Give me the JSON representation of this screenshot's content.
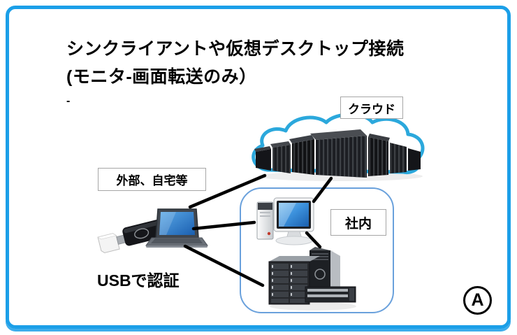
{
  "title": {
    "line1": "シンクライアントや仮想デスクトップ接続",
    "line2": "(モニタ-画面転送のみ）",
    "dash": "-"
  },
  "labels": {
    "cloud": "クラウド",
    "external": "外部、自宅等",
    "internal": "社内",
    "usb_auth": "USBで認証"
  },
  "badge": {
    "label": "A"
  },
  "colors": {
    "frame_blue": "#1B9FE8",
    "internal_box_blue": "#6AA1DC",
    "cloud_outline_blue": "#2BA8DC",
    "connector_black": "#000000",
    "screen_blue": "#2E86D9",
    "label_border_gray": "#A6A6A6"
  },
  "diagram": {
    "type": "network-architecture",
    "nodes": [
      {
        "id": "cloud-servers",
        "label": "クラウド",
        "kind": "cloud-with-server-racks"
      },
      {
        "id": "remote-laptop",
        "label": "外部、自宅等",
        "kind": "laptop"
      },
      {
        "id": "usb-key",
        "label": "USBで認証",
        "kind": "usb-flash-drive"
      },
      {
        "id": "office-desktop",
        "label": "社内",
        "kind": "desktop-pc"
      },
      {
        "id": "office-servers",
        "label": "社内",
        "kind": "server-stack"
      }
    ],
    "edges": [
      {
        "from": "remote-laptop",
        "to": "cloud-servers"
      },
      {
        "from": "remote-laptop",
        "to": "office-desktop"
      },
      {
        "from": "remote-laptop",
        "to": "office-servers"
      },
      {
        "from": "office-desktop",
        "to": "cloud-servers"
      },
      {
        "from": "office-desktop",
        "to": "office-servers"
      }
    ],
    "groups": [
      {
        "id": "office-zone",
        "label": "社内",
        "contains": [
          "office-desktop",
          "office-servers"
        ]
      }
    ]
  }
}
